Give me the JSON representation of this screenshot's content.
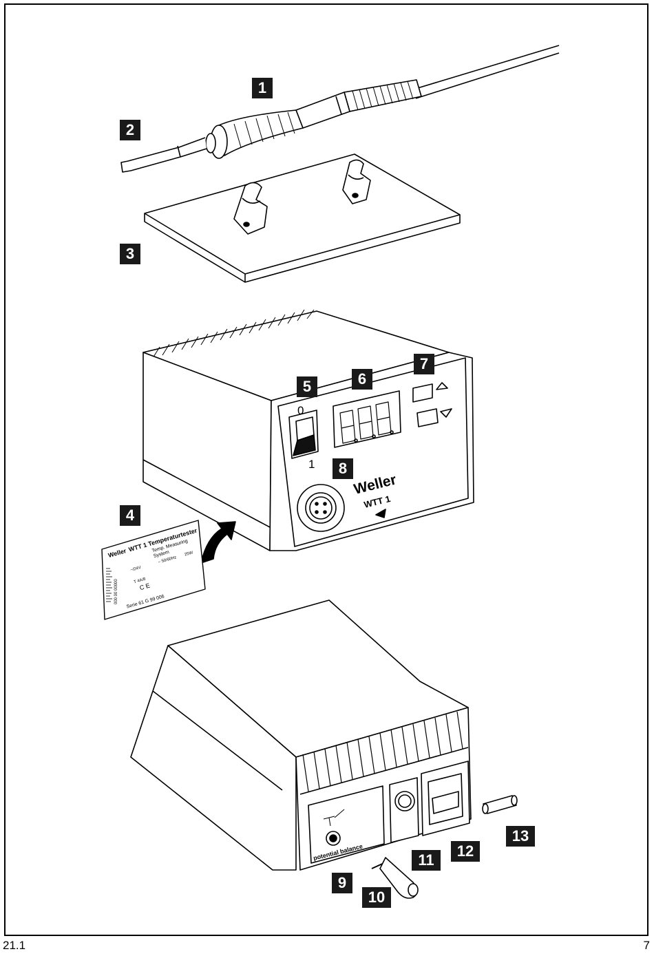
{
  "callouts": [
    "1",
    "2",
    "3",
    "4",
    "5",
    "6",
    "7",
    "8",
    "9",
    "10",
    "11",
    "12",
    "13"
  ],
  "switch": {
    "off_label": "0",
    "on_label": "1"
  },
  "brand": {
    "name": "Weller",
    "model": "WTT 1"
  },
  "rating_label": {
    "brand": "Weller",
    "title": "WTT 1 Temperaturtester",
    "line2": "Temp. Measuring",
    "line3": "System",
    "voltage": "~/24V",
    "freq": "~ 50/60Hz",
    "power": "25W",
    "fuse": "T 4A/8",
    "ce": "C E",
    "serial": "Serie 61 G 99 006",
    "barcode_text": "000 00 00000"
  },
  "rear": {
    "potential_label": "potential balance"
  },
  "footer": {
    "left": "21.1",
    "right": "7"
  }
}
